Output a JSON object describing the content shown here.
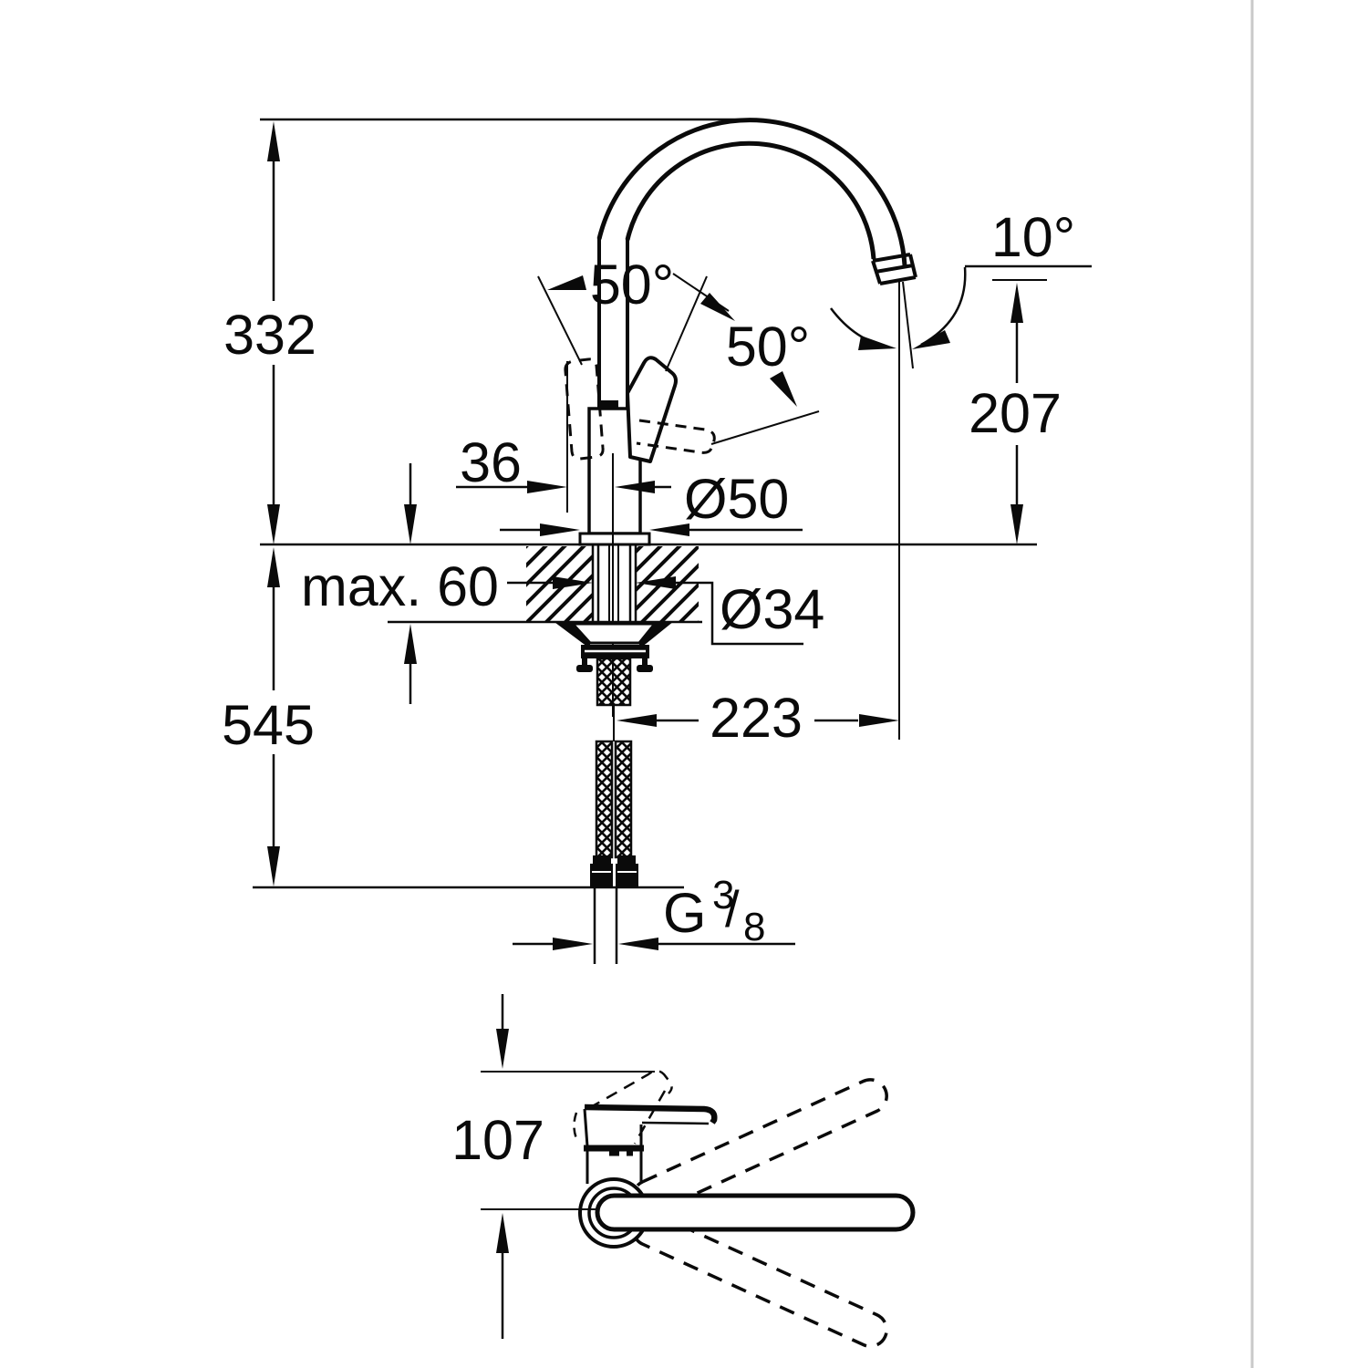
{
  "colors": {
    "ink": "#0a0a0a",
    "background": "#ffffff",
    "divider": "#c9c9c9"
  },
  "front_view": {
    "labels": {
      "height_above_deck": "332",
      "height_total": "545",
      "handle_clearance": "36",
      "deck_thickness_max": "max. 60",
      "escutcheon_diameter": "Ø50",
      "hole_diameter": "Ø34",
      "spout_reach": "223",
      "outlet_height": "207",
      "outlet_angle": "10°",
      "lever_lift_angle": "50°",
      "lever_swing_angle": "50°",
      "thread_prefix": "G",
      "thread_numerator": "3",
      "thread_slash": "/",
      "thread_denominator": "8"
    }
  },
  "top_view": {
    "labels": {
      "body_depth": "107"
    }
  }
}
